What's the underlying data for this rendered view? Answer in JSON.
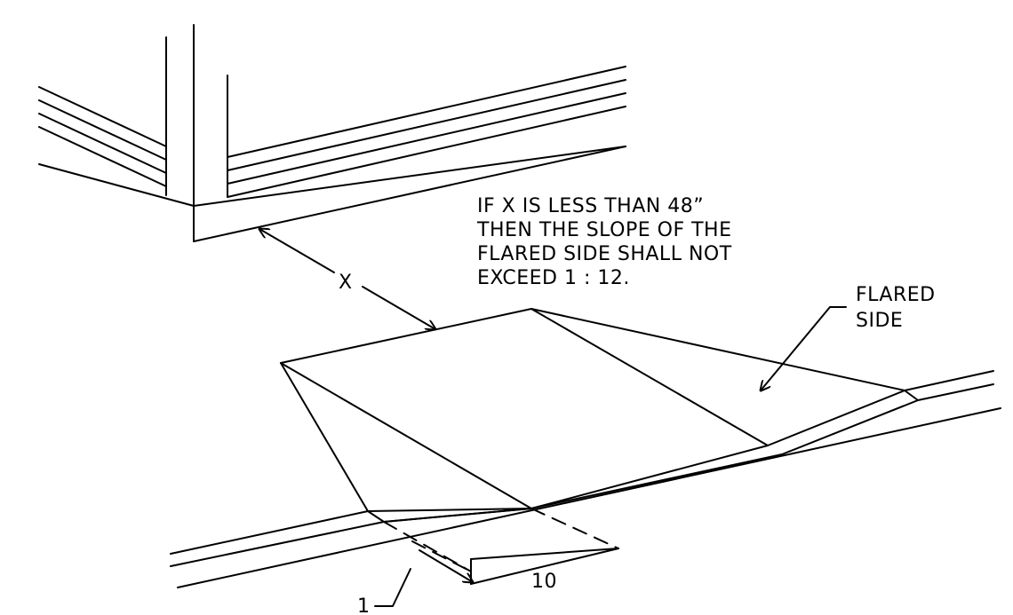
{
  "note": {
    "lines": [
      "IF X IS LESS THAN 48”",
      "THEN THE SLOPE OF THE",
      "FLARED SIDE SHALL NOT",
      "EXCEED 1 : 12."
    ]
  },
  "labels": {
    "x_dimension": "X",
    "flared_side_line1": "FLARED",
    "flared_side_line2": "SIDE",
    "slope_rise": "1",
    "slope_run": "10"
  },
  "colors": {
    "ink": "#000000",
    "paper": "#ffffff"
  }
}
